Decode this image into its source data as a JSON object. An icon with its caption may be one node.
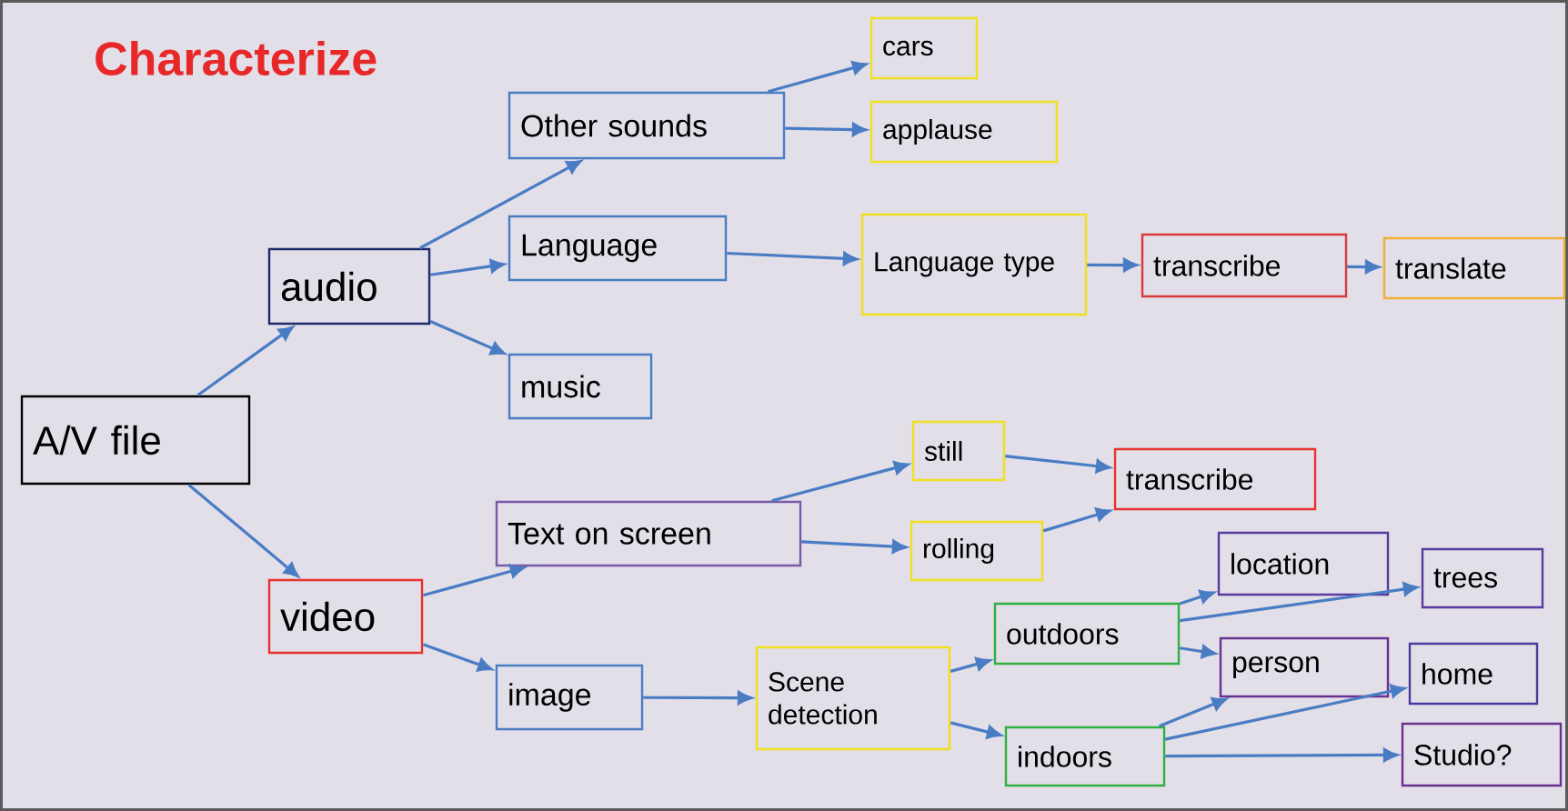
{
  "diagram": {
    "title": "Characterize",
    "nodes": [
      {
        "text": [
          "A/V file"
        ]
      },
      {
        "text": [
          "audio"
        ]
      },
      {
        "text": [
          "video"
        ]
      },
      {
        "text": [
          "Other sounds"
        ]
      },
      {
        "text": [
          "Language"
        ]
      },
      {
        "text": [
          "music"
        ]
      },
      {
        "text": [
          "cars"
        ]
      },
      {
        "text": [
          "applause"
        ]
      },
      {
        "text": [
          "Language type"
        ]
      },
      {
        "text": [
          "transcribe"
        ]
      },
      {
        "text": [
          "translate"
        ]
      },
      {
        "text": [
          "Text on screen"
        ]
      },
      {
        "text": [
          "image"
        ]
      },
      {
        "text": [
          "still"
        ]
      },
      {
        "text": [
          "rolling"
        ]
      },
      {
        "text": [
          "transcribe"
        ]
      },
      {
        "text": [
          "Scene detection"
        ]
      },
      {
        "text": [
          "outdoors"
        ]
      },
      {
        "text": [
          "indoors"
        ]
      },
      {
        "text": [
          "location"
        ]
      },
      {
        "text": [
          "trees"
        ]
      },
      {
        "text": [
          "person"
        ]
      },
      {
        "text": [
          "home"
        ]
      },
      {
        "text": [
          "Studio?"
        ]
      }
    ],
    "edges": [
      {
        "from": 0,
        "to": 1,
        "arrow": "to"
      },
      {
        "from": 0,
        "to": 2,
        "arrow": "to"
      },
      {
        "from": 1,
        "to": 3,
        "arrow": "to"
      },
      {
        "from": 1,
        "to": 4,
        "arrow": "to"
      },
      {
        "from": 1,
        "to": 5,
        "arrow": "to"
      },
      {
        "from": 3,
        "to": 6,
        "arrow": "to"
      },
      {
        "from": 3,
        "to": 7,
        "arrow": "to"
      },
      {
        "from": 4,
        "to": 8,
        "arrow": "to"
      },
      {
        "from": 8,
        "to": 9,
        "arrow": "to"
      },
      {
        "from": 9,
        "to": 10,
        "arrow": "to"
      },
      {
        "from": 2,
        "to": 11,
        "arrow": "to"
      },
      {
        "from": 2,
        "to": 12,
        "arrow": "to"
      },
      {
        "from": 11,
        "to": 13,
        "arrow": "to"
      },
      {
        "from": 11,
        "to": 14,
        "arrow": "to"
      },
      {
        "from": 13,
        "to": 15,
        "arrow": "to"
      },
      {
        "from": 14,
        "to": 15,
        "arrow": "to"
      },
      {
        "from": 12,
        "to": 16,
        "arrow": "to"
      },
      {
        "from": 16,
        "to": 17,
        "arrow": "to"
      },
      {
        "from": 16,
        "to": 18,
        "arrow": "to"
      },
      {
        "from": 17,
        "to": 19,
        "arrow": "to"
      },
      {
        "from": 17,
        "to": 20,
        "arrow": "to"
      },
      {
        "from": 17,
        "to": 21,
        "arrow": "to"
      },
      {
        "from": 18,
        "to": 21,
        "arrow": "to"
      },
      {
        "from": 18,
        "to": 22,
        "arrow": "to"
      },
      {
        "from": 18,
        "to": 23,
        "arrow": "to"
      }
    ]
  }
}
